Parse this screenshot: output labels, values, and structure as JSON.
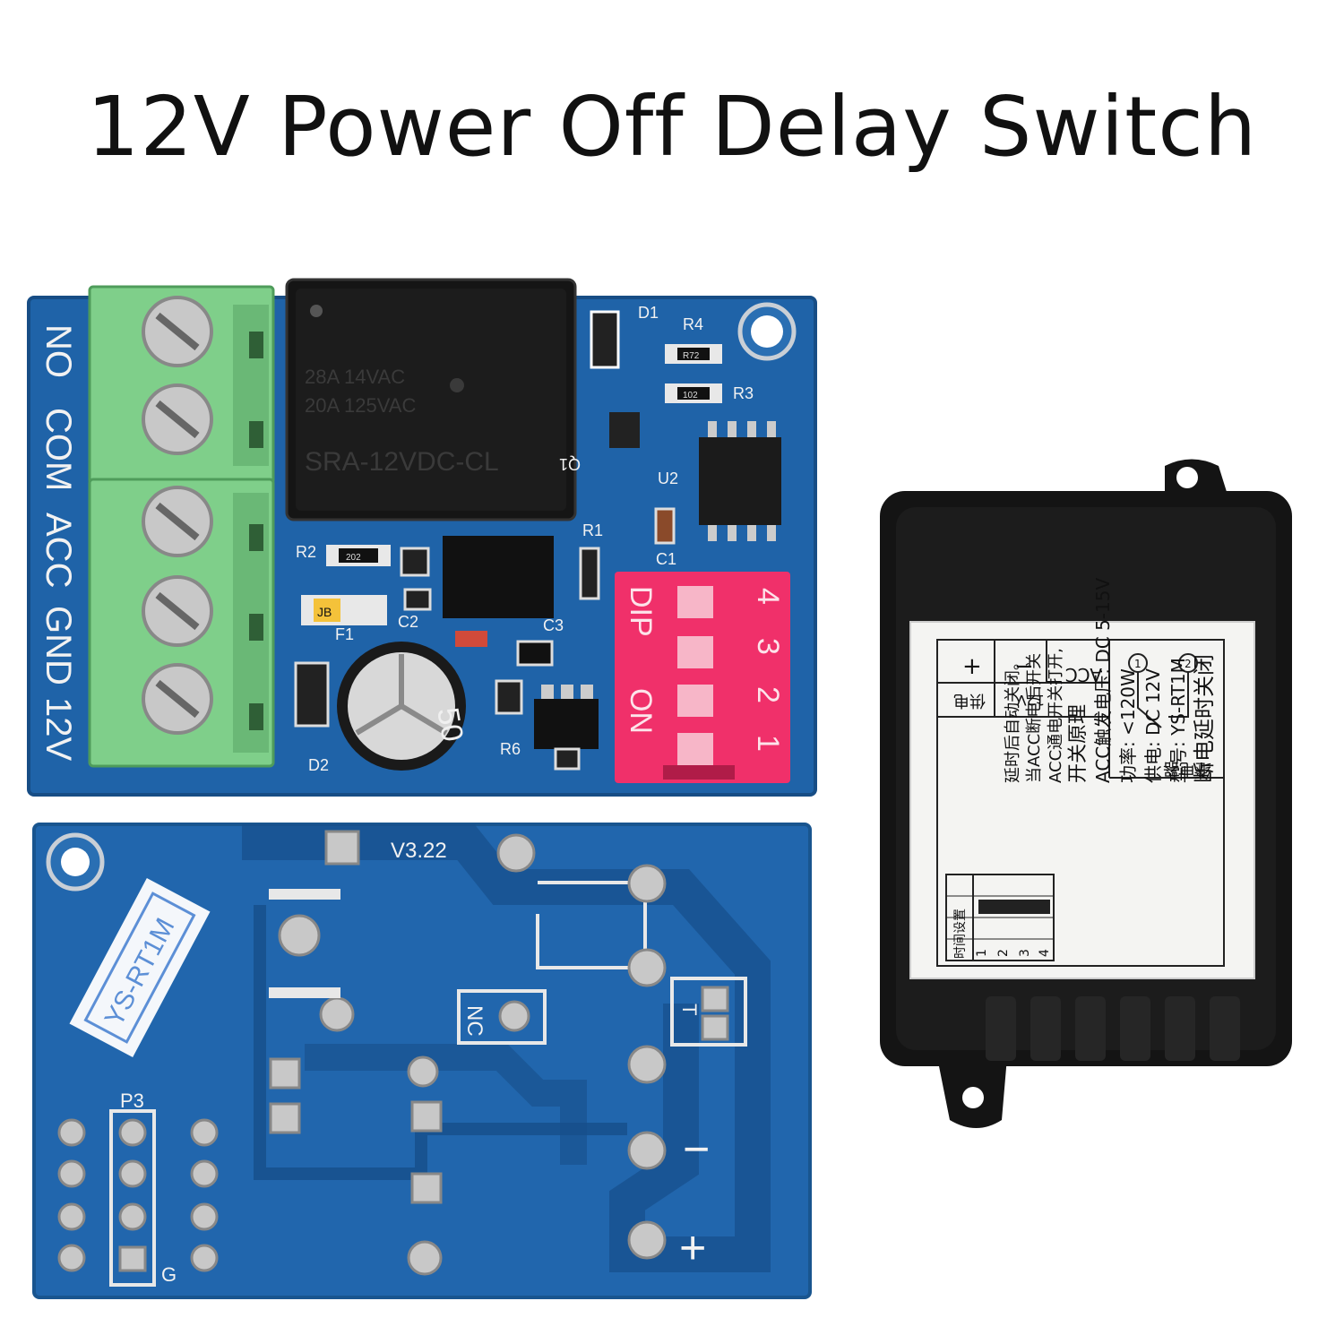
{
  "title": "12V Power Off Delay Switch",
  "colors": {
    "pcb": "#1f63a8",
    "terminal": "#7fcf8a",
    "dip": "#f0306a",
    "case": "#141414"
  },
  "top_board": {
    "terminal_labels": [
      "NO",
      "COM",
      "ACC",
      "GND",
      "12V"
    ],
    "relay_text": [
      "28A 14VAC",
      "20A 125VAC",
      "SRA-12VDC-CL"
    ],
    "components": [
      "D1",
      "R4",
      "R3",
      "U2",
      "Q1",
      "R1",
      "C1",
      "R2",
      "JB",
      "F1",
      "C2",
      "C3",
      "D2",
      "R6"
    ],
    "chip_text": [
      "R72",
      "102",
      "202"
    ],
    "dip": {
      "label_on": "ON",
      "label_dip": "DIP",
      "numbers": [
        "1",
        "2",
        "3",
        "4"
      ]
    },
    "capacitor_mark": "50"
  },
  "bottom_board": {
    "version": "V3.22",
    "sticker": "YS-RT1M",
    "labels": [
      "NC",
      "P3",
      "G",
      "T",
      "−",
      "+"
    ]
  },
  "case_label": {
    "top_row": [
      "+",
      "−",
      "ACC"
    ],
    "power_row": [
      "12V",
      "供电"
    ],
    "diagram_label": "继电器",
    "diagram_pins": [
      "1",
      "2"
    ],
    "title": "断电延时关闭",
    "model": "型号: YS-RT1M",
    "supply": "供电: DC 12V",
    "power": "功率: <120W",
    "acc_voltage": "ACC触发电压: DC 5-15V",
    "principle_title": "开关原理",
    "principle_lines": [
      "ACC通电开关打开,",
      "当ACC断电后开关",
      "延时后自动关闭。"
    ],
    "dip_numbers": [
      "1",
      "2",
      "3",
      "4"
    ],
    "dip_caption": "时间设置"
  }
}
